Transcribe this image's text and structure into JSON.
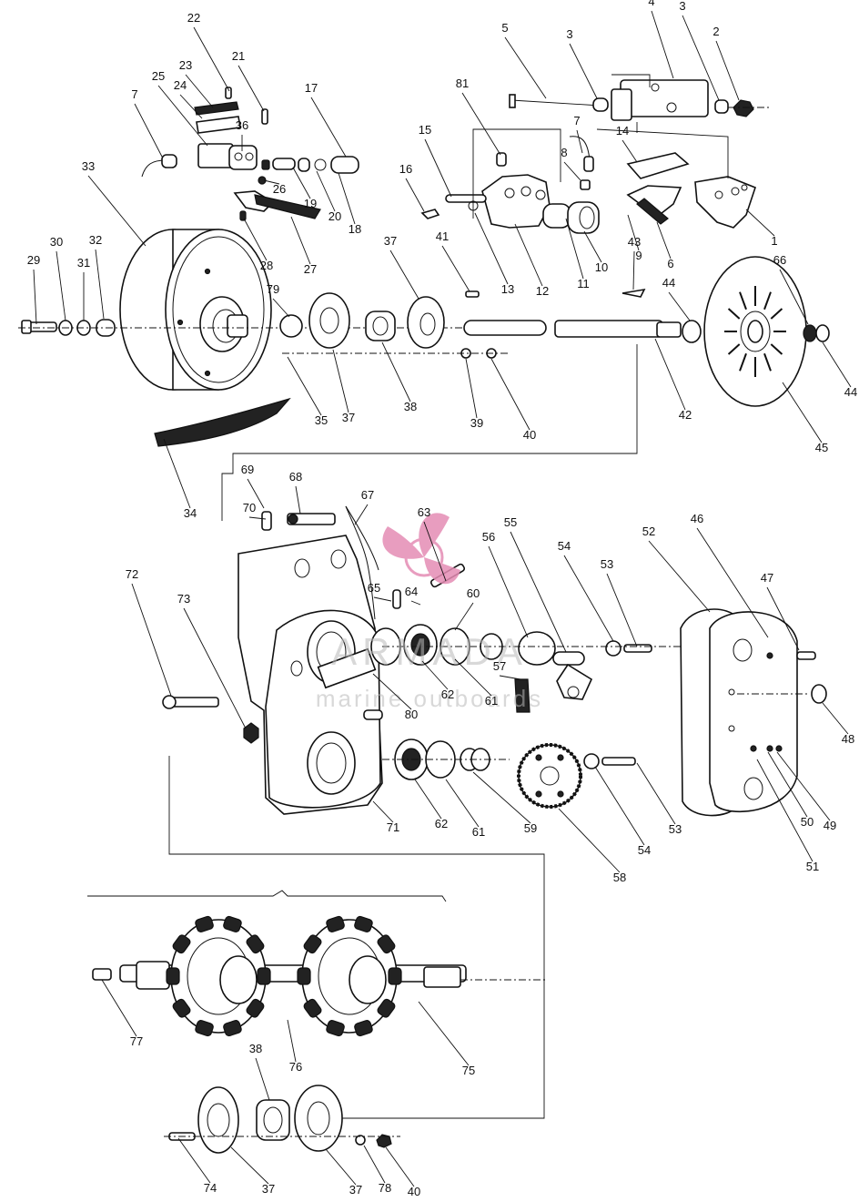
{
  "watermark": {
    "brand": "ARMADA",
    "tagline": "marine outboards",
    "logo_color": "#e58cb4"
  },
  "part_numbers": [
    "1",
    "2",
    "3",
    "4",
    "5",
    "6",
    "7",
    "8",
    "9",
    "10",
    "11",
    "12",
    "13",
    "14",
    "15",
    "16",
    "17",
    "18",
    "19",
    "20",
    "21",
    "22",
    "23",
    "24",
    "25",
    "26",
    "27",
    "28",
    "29",
    "30",
    "31",
    "32",
    "33",
    "34",
    "35",
    "36",
    "37",
    "38",
    "39",
    "40",
    "41",
    "42",
    "43",
    "44",
    "45",
    "46",
    "47",
    "48",
    "49",
    "50",
    "51",
    "52",
    "53",
    "54",
    "55",
    "56",
    "57",
    "58",
    "59",
    "60",
    "61",
    "62",
    "63",
    "64",
    "65",
    "66",
    "67",
    "68",
    "69",
    "70",
    "71",
    "72",
    "73",
    "74",
    "75",
    "76",
    "77",
    "78",
    "79",
    "80",
    "81"
  ]
}
